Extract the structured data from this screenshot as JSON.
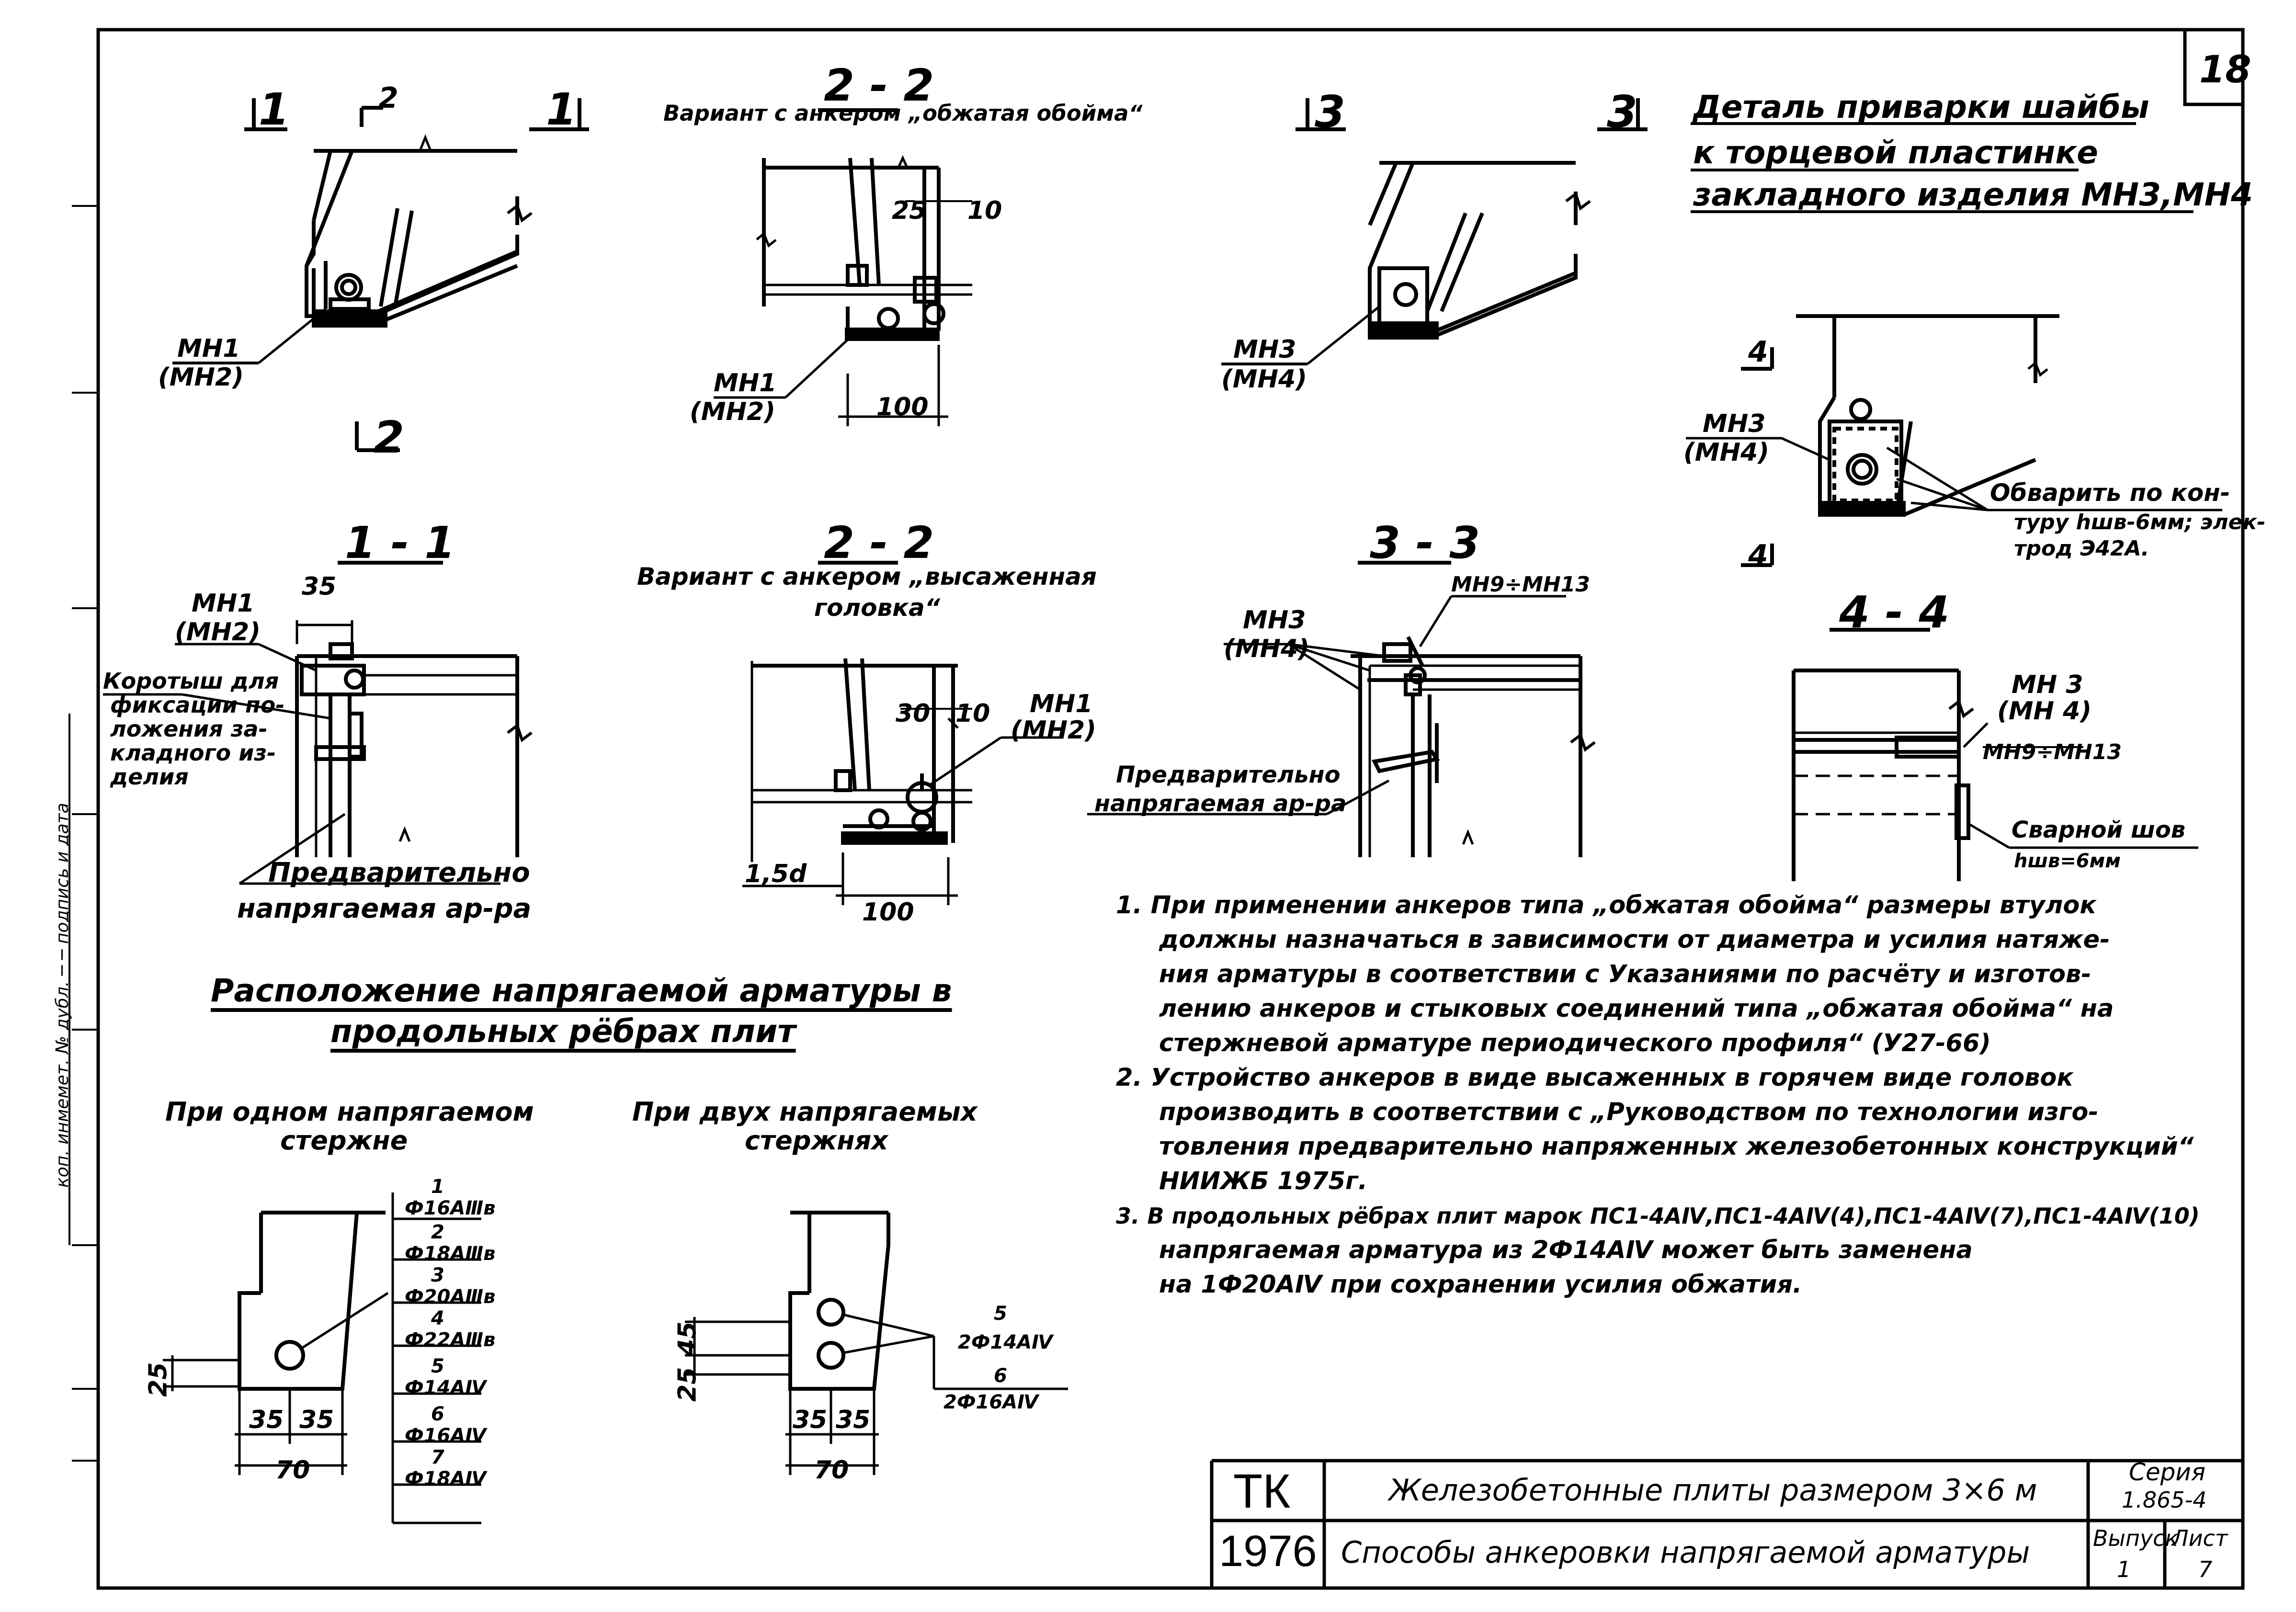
{
  "sheet": {
    "sheet_number": "18",
    "side_stamp": "кoп. инмемет. № дубл. ─ ─ подпись и дата"
  },
  "views": {
    "cut_1_left": "1",
    "cut_1_right": "1",
    "cut_2_top": "2",
    "cut_2_bottom": "2",
    "section_2_2_top": {
      "title": "2 - 2",
      "subtitle": "Вариант с анкером „обжатая обойма“",
      "dim_25": "25",
      "dim_10": "10",
      "dim_100": "100",
      "part": "МН1",
      "part_alt": "(МН2)"
    },
    "plan_1": {
      "part": "МН1",
      "part_alt": "(МН2)"
    },
    "cut_3_left": "3",
    "cut_3_right": "3",
    "plan_3": {
      "part": "МН3",
      "part_alt": "(МН4)"
    },
    "detail": {
      "title_line1": "Деталь приварки шайбы",
      "title_line2": "к торцевой пластинке",
      "title_line3": "закладного изделия МН3,МН4",
      "cut_4_top": "4",
      "cut_4_bottom": "4",
      "part": "МН3",
      "part_alt": "(МН4)",
      "weld_note_line1": "Обварить по кон-",
      "weld_note_line2": "туру hшв-6мм; элек-",
      "weld_note_line3": "трод Э42А."
    },
    "section_1_1": {
      "title": "1 - 1",
      "dim_35": "35",
      "part": "МН1",
      "part_alt": "(МН2)",
      "note_line1": "Коротыш для",
      "note_line2": "фиксации по-",
      "note_line3": "ложения за-",
      "note_line4": "кладного из-",
      "note_line5": "делия",
      "rebar_line1": "Предварительно",
      "rebar_line2": "напрягаемая ар-ра"
    },
    "section_2_2_bottom": {
      "title": "2 - 2",
      "subtitle_line1": "Вариант с анкером „высаженная",
      "subtitle_line2": "головка“",
      "dim_30": "30",
      "dim_10": "10",
      "dim_15d": "1,5d",
      "dim_100": "100",
      "part": "МН1",
      "part_alt": "(МН2)"
    },
    "section_3_3": {
      "title": "3 - 3",
      "part": "МН3",
      "part_alt": "(МН4)",
      "washer": "МН9÷МН13",
      "rebar_line1": "Предварительно",
      "rebar_line2": "напрягаемая ар-ра"
    },
    "section_4_4": {
      "title": "4 - 4",
      "part": "МН 3",
      "part_alt": "(МН 4)",
      "washer": "МН9÷МН13",
      "weld_line1": "Сварной шов",
      "weld_line2": "hшв=6мм"
    }
  },
  "arrangement": {
    "title_line1": "Расположение напрягаемой арматуры в",
    "title_line2": "продольных рёбрах плит",
    "one_bar_line1": "При одном напрягаемом",
    "one_bar_line2": "стержне",
    "two_bars_line1": "При двух напрягаемых",
    "two_bars_line2": "стержнях",
    "dim_25": "25",
    "dim_35a": "35",
    "dim_35b": "35",
    "dim_70": "70",
    "two_dim_45": "45",
    "two_dim_25": "25",
    "two_dim_35a": "35",
    "two_dim_35b": "35",
    "two_dim_70": "70",
    "one_bar_table": [
      {
        "num": "1",
        "bar": "Ф16АⅢв"
      },
      {
        "num": "2",
        "bar": "Ф18АⅢв"
      },
      {
        "num": "3",
        "bar": "Ф20АⅢв"
      },
      {
        "num": "4",
        "bar": "Ф22АⅢв"
      },
      {
        "num": "5",
        "bar": "Ф14АⅣ"
      },
      {
        "num": "6",
        "bar": "Ф16АⅣ"
      },
      {
        "num": "7",
        "bar": "Ф18АⅣ"
      }
    ],
    "two_bar_table": [
      {
        "num": "5",
        "bar": "2Ф14АⅣ"
      },
      {
        "num": "6",
        "bar": "2Ф16АⅣ"
      }
    ]
  },
  "notes": [
    "1. При применении анкеров типа „обжатая обойма“ размеры втулок",
    "должны назначаться в зависимости от диаметра и усилия натяже-",
    "ния арматуры в соответствии с Указаниями по расчёту и изготов-",
    "лению анкеров и стыковых соединений типа „обжатая обойма“ на",
    "стержневой арматуре периодического профиля“ (У27-66)",
    "2. Устройство анкеров в виде высаженных в горячем виде головок",
    "производить в соответствии с „Руководством по технологии изго-",
    "товления предварительно напряженных железобетонных конструкций“",
    "НИИЖБ 1975г.",
    "3. В продольных рёбрах плит марок ПС1-4АⅣ,ПС1-4АⅣ(4),ПС1-4АⅣ(7),ПС1-4АⅣ(10)",
    "напрягаемая арматура из 2Ф14АⅣ может быть заменена",
    "на 1Ф20АⅣ при сохранении усилия обжатия."
  ],
  "title_block": {
    "code": "ТК",
    "year": "1976",
    "title": "Железобетонные плиты размером 3×6 м",
    "subtitle": "Способы анкеровки напрягаемой арматуры",
    "series_label": "Серия",
    "series_value": "1.865-4",
    "issue_label": "Выпуск",
    "issue_value": "1",
    "sheet_label": "Лист",
    "sheet_value": "7"
  }
}
